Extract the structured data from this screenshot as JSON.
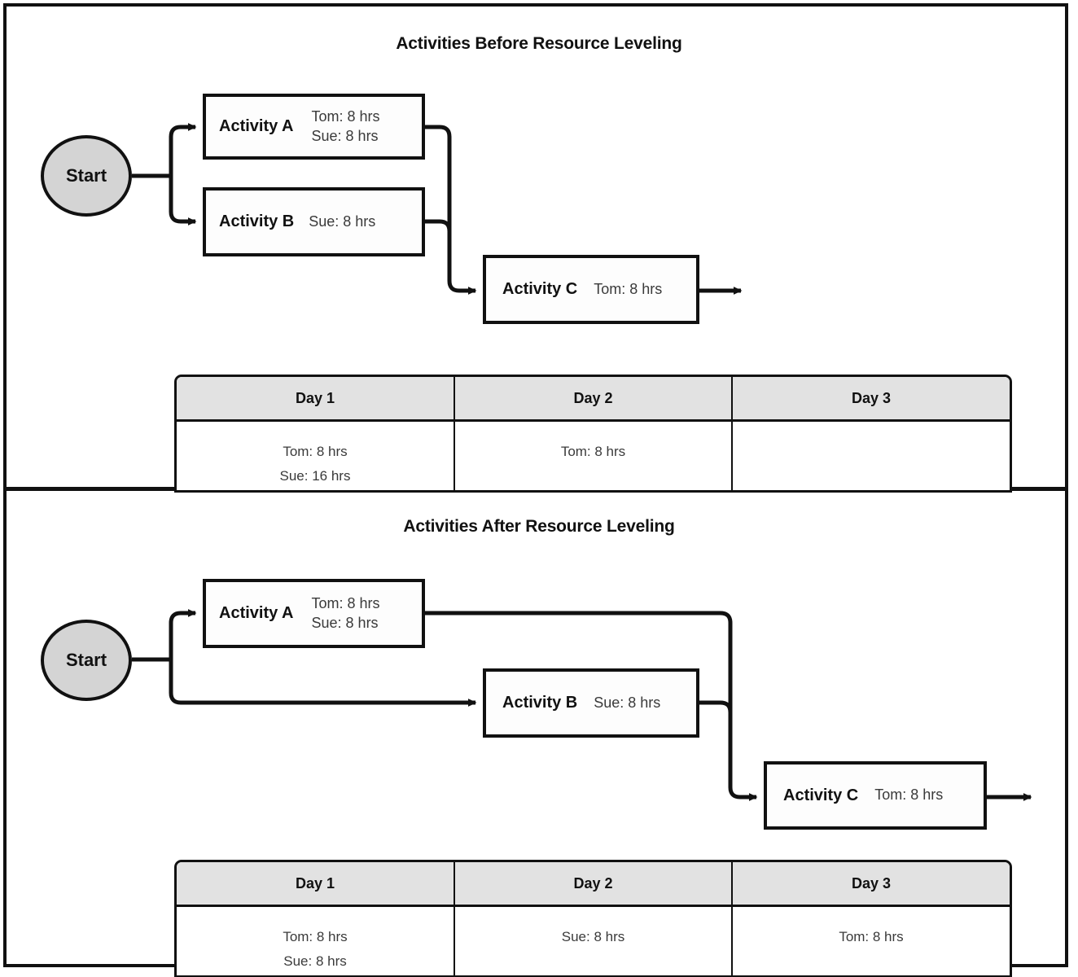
{
  "diagram": {
    "type": "network-diagram",
    "panels": [
      {
        "id": "before",
        "title": "Activities Before Resource Leveling",
        "start_label": "Start",
        "nodes": [
          {
            "id": "A",
            "name": "Activity A",
            "resources": [
              "Tom: 8 hrs",
              "Sue: 8 hrs"
            ],
            "layout": "stacked"
          },
          {
            "id": "B",
            "name": "Activity B",
            "resources": [
              "Sue: 8 hrs"
            ],
            "layout": "inline"
          },
          {
            "id": "C",
            "name": "Activity C",
            "resources": [
              "Tom: 8 hrs"
            ],
            "layout": "inline"
          }
        ],
        "edges": [
          {
            "from": "Start",
            "to": "A"
          },
          {
            "from": "Start",
            "to": "B"
          },
          {
            "from": "A",
            "to": "C"
          },
          {
            "from": "B",
            "to": "C"
          },
          {
            "from": "C",
            "to": "End"
          }
        ],
        "table": {
          "headers": [
            "Day 1",
            "Day 2",
            "Day 3"
          ],
          "rows": [
            [
              [
                "Tom: 8 hrs",
                "Sue: 16 hrs"
              ],
              [
                "Tom: 8 hrs"
              ],
              []
            ]
          ]
        }
      },
      {
        "id": "after",
        "title": "Activities After Resource Leveling",
        "start_label": "Start",
        "nodes": [
          {
            "id": "A",
            "name": "Activity A",
            "resources": [
              "Tom: 8 hrs",
              "Sue: 8 hrs"
            ],
            "layout": "stacked"
          },
          {
            "id": "B",
            "name": "Activity B",
            "resources": [
              "Sue: 8 hrs"
            ],
            "layout": "inline"
          },
          {
            "id": "C",
            "name": "Activity C",
            "resources": [
              "Tom: 8 hrs"
            ],
            "layout": "inline"
          }
        ],
        "edges": [
          {
            "from": "Start",
            "to": "A"
          },
          {
            "from": "Start",
            "to": "B"
          },
          {
            "from": "A",
            "to": "C"
          },
          {
            "from": "B",
            "to": "C"
          },
          {
            "from": "C",
            "to": "End"
          }
        ],
        "table": {
          "headers": [
            "Day 1",
            "Day 2",
            "Day 3"
          ],
          "rows": [
            [
              [
                "Tom: 8 hrs",
                "Sue: 8 hrs"
              ],
              [
                "Sue: 8 hrs"
              ],
              [
                "Tom: 8 hrs"
              ]
            ]
          ]
        }
      }
    ],
    "colors": {
      "line": "#111111",
      "start_fill": "#d4d4d4",
      "box_fill": "#fdfdfd",
      "table_header_fill": "#e2e2e2",
      "resource_text": "#3a3a3a"
    }
  }
}
